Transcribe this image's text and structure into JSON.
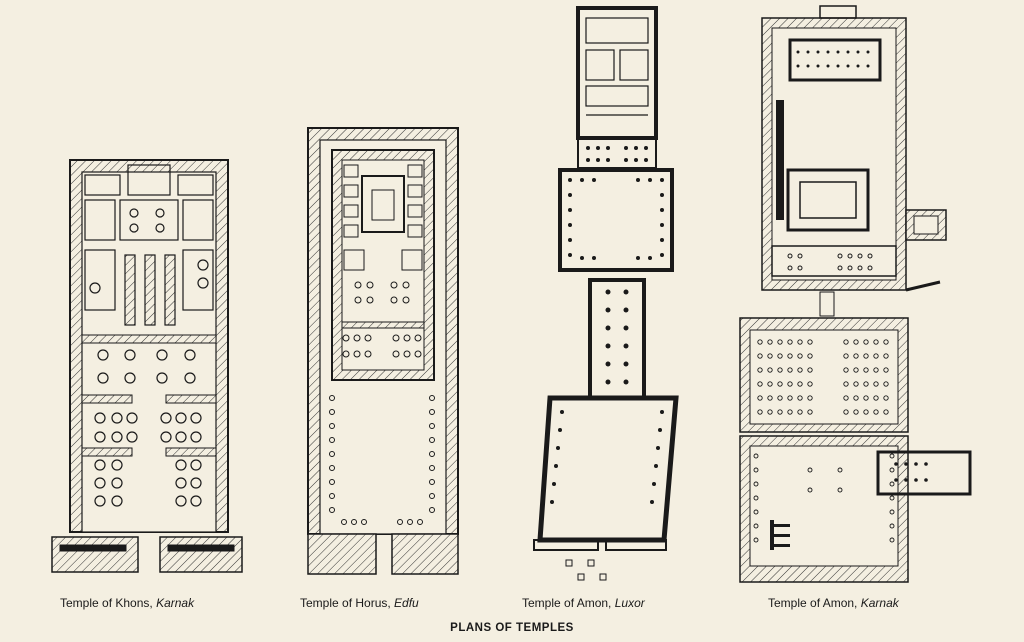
{
  "plate": {
    "title": "PLANS OF TEMPLES",
    "ink": "#1a1a1a",
    "paper": "#f4efe1"
  },
  "plans": [
    {
      "name": "Temple of Khons,",
      "site": "Karnak"
    },
    {
      "name": "Temple of Horus,",
      "site": "Edfu"
    },
    {
      "name": "Temple of Amon,",
      "site": "Luxor"
    },
    {
      "name": "Temple of Amon,",
      "site": "Karnak"
    }
  ]
}
